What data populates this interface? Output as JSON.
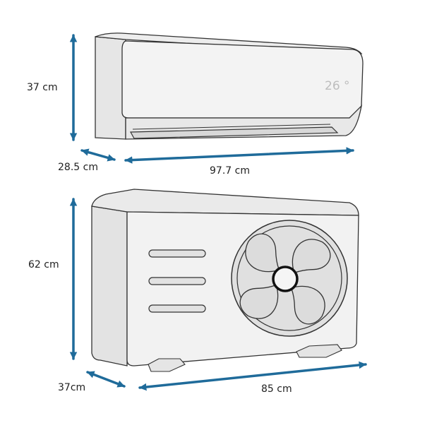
{
  "indoor_unit": {
    "display_temp": "26 °",
    "height_label": "37 cm",
    "depth_label": "28.5 cm",
    "width_label": "97.7 cm"
  },
  "outdoor_unit": {
    "height_label": "62 cm",
    "depth_label": "37cm",
    "width_label": "85 cm",
    "vent_slot_count": 3,
    "fan_blade_count": 4
  },
  "colors": {
    "dimension_arrow": "#1f6b9a",
    "outline": "#333333",
    "body_fill": "#e9e9e9",
    "panel_fill": "#f4f4f4",
    "display_text": "#bdbdbd"
  },
  "icons": {
    "indoor_unit": "wall-mounted-ac-unit-icon",
    "outdoor_unit": "outdoor-condenser-unit-icon",
    "fan": "fan-icon"
  }
}
